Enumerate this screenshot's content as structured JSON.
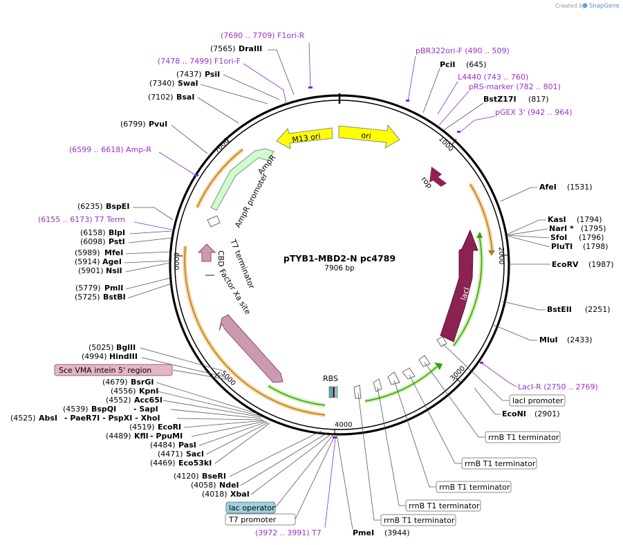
{
  "watermark": {
    "created_by": "Created by",
    "brand": "SnapGene"
  },
  "plasmid": {
    "name": "pTYB1-MBD2-N pc4789",
    "length_label": "7906 bp"
  },
  "ticks": [
    "1000",
    "2000",
    "3000",
    "4000",
    "5000",
    "6000",
    "7000"
  ],
  "features": {
    "m13_ori": "M13 ori",
    "ori": "ori",
    "ampr": "AmpR",
    "ampr_promoter": "AmpR promoter",
    "rop": "rop",
    "laci": "lacI",
    "cbd": "CBD",
    "t7_terminator": "T7 terminator",
    "factor_xa": "Factor Xa site",
    "rbs": "RBS"
  },
  "primers": {
    "f1ori_r": "(7690 .. 7709)  F1ori-R",
    "f1ori_f": "(7478 .. 7499)  F1ori-F",
    "ampr_primer": "(6599 .. 6618)  Amp-R",
    "t7_term": "(6155 .. 6173)  T7 Term",
    "pbr322": "pBR322ori-F     (490 .. 509)",
    "l4440": "L4440     (743 .. 760)",
    "prs_marker": "pRS-marker     (782 .. 801)",
    "pgex3": "pGEX 3'     (942 .. 964)",
    "laci_r": "LacI-R     (2750 .. 2769)",
    "t7": "(3972 .. 3991)  T7"
  },
  "sites_right": {
    "pcii": {
      "name": "PciI",
      "pos": "(645)"
    },
    "bstz17i": {
      "name": "BstZ17I",
      "pos": "(817)"
    },
    "afei": {
      "name": "AfeI",
      "pos": "(1531)"
    },
    "kasi": {
      "name": "KasI",
      "pos": "(1794)"
    },
    "nari": {
      "name": "NarI *",
      "pos": "(1795)"
    },
    "sfoi": {
      "name": "SfoI",
      "pos": "(1796)"
    },
    "pluti": {
      "name": "PluTI",
      "pos": "(1798)"
    },
    "ecorv": {
      "name": "EcoRV",
      "pos": "(1987)"
    },
    "bsteii": {
      "name": "BstEII",
      "pos": "(2251)"
    },
    "mlui": {
      "name": "MluI",
      "pos": "(2433)"
    },
    "econi": {
      "name": "EcoNI",
      "pos": "(2901)"
    },
    "pmei": {
      "name": "PmeI",
      "pos": "(3944)"
    }
  },
  "sites_left": {
    "draiii": {
      "pos": "(7565)",
      "name": "DraIII"
    },
    "psii": {
      "pos": "(7437)",
      "name": "PsiI"
    },
    "swai": {
      "pos": "(7340)",
      "name": "SwaI"
    },
    "bsai": {
      "pos": "(7102)",
      "name": "BsaI"
    },
    "pvui": {
      "pos": "(6799)",
      "name": "PvuI"
    },
    "bspei": {
      "pos": "(6235)",
      "name": "BspEI"
    },
    "blpi": {
      "pos": "(6158)",
      "name": "BlpI"
    },
    "psti": {
      "pos": "(6098)",
      "name": "PstI"
    },
    "mfei": {
      "pos": "(5989)",
      "name": "MfeI"
    },
    "agei": {
      "pos": "(5914)",
      "name": "AgeI"
    },
    "nsii": {
      "pos": "(5901)",
      "name": "NsiI"
    },
    "pmli": {
      "pos": "(5779)",
      "name": "PmlI"
    },
    "bstbi": {
      "pos": "(5725)",
      "name": "BstBI"
    },
    "bglii": {
      "pos": "(5025)",
      "name": "BglII"
    },
    "hindiii": {
      "pos": "(4994)",
      "name": "HindIII"
    },
    "bsrgi": {
      "pos": "(4679)",
      "name": "BsrGI"
    },
    "kpni": {
      "pos": "(4556)",
      "name": "KpnI"
    },
    "acc65i": {
      "pos": "(4552)",
      "name": "Acc65I"
    },
    "bspqi": {
      "pos": "(4539)",
      "name": "BspQI",
      "extra": "-  SapI"
    },
    "absi": {
      "pos": "(4525)",
      "name": "AbsI",
      "extra": "-  PaeR7I  -  PspXI  -  XhoI"
    },
    "ecori": {
      "pos": "(4519)",
      "name": "EcoRI"
    },
    "kfli": {
      "pos": "(4489)",
      "name": "KflI",
      "extra": "-  PpuMI"
    },
    "pasi": {
      "pos": "(4484)",
      "name": "PasI"
    },
    "saci": {
      "pos": "(4471)",
      "name": "SacI"
    },
    "eco53ki": {
      "pos": "(4469)",
      "name": "Eco53kI"
    },
    "bseri": {
      "pos": "(4120)",
      "name": "BseRI"
    },
    "ndei": {
      "pos": "(4058)",
      "name": "NdeI"
    },
    "xbai": {
      "pos": "(4018)",
      "name": "XbaI"
    }
  },
  "boxed": {
    "sce_vma": "Sce VMA intein 5' region",
    "lac_operator": "lac operator",
    "t7_promoter": "T7 promoter",
    "laci_promoter": "lacI promoter",
    "rrnb1": "rrnB T1 terminator",
    "rrnb2": "rrnB T1 terminator",
    "rrnb3": "rrnB T1 terminator",
    "rrnb4": "rrnB T1 terminator",
    "rrnb5": "rrnB T1 terminator"
  },
  "colors": {
    "primer": "#9a30c8",
    "ori": "#ffff00",
    "ampr": "#ccffcc",
    "laci": "#8b2252",
    "cbd": "#cc99b3",
    "orf_orange": "#f5a623",
    "orf_green": "#66cc22",
    "sce_box": "#e8b5c7",
    "lac_box": "#9fd0dc"
  }
}
